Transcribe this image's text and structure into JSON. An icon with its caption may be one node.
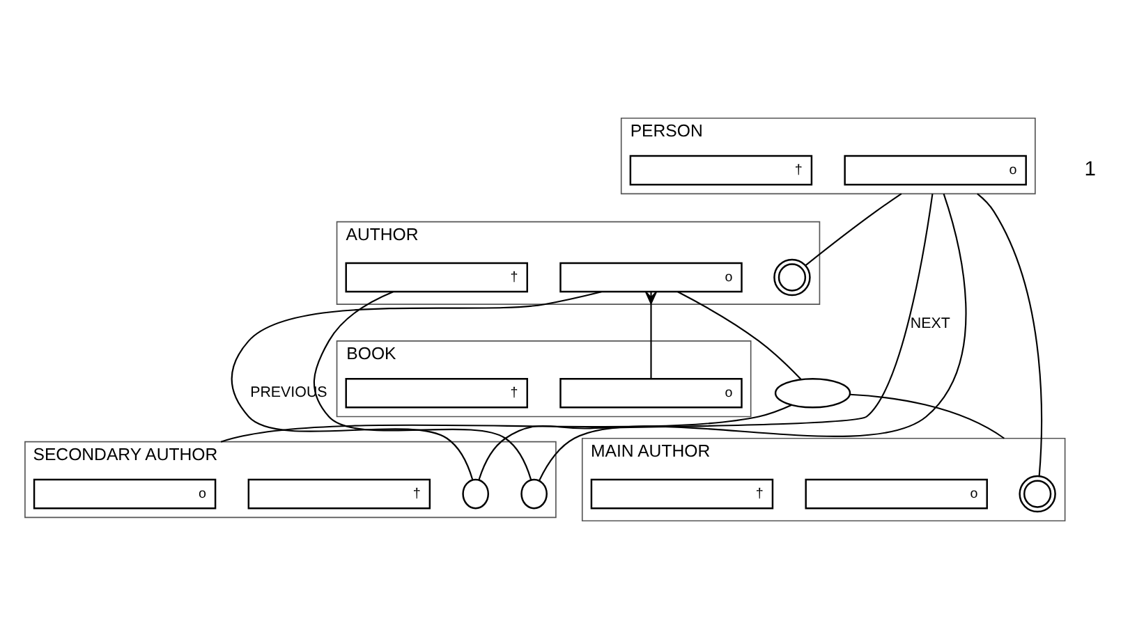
{
  "diagram": {
    "nodes": [
      {
        "text": [
          "AUTHOR"
        ]
      },
      {
        "text": [],
        "shape": "circle",
        "in": 0
      },
      {
        "text": [
          "o"
        ],
        "in": 0
      },
      {
        "text": [
          "†"
        ],
        "in": 0
      },
      {
        "text": [
          "BOOK"
        ]
      },
      {
        "text": [
          "o"
        ],
        "in": 4
      },
      {
        "text": [
          "†"
        ],
        "in": 4
      },
      {
        "text": [],
        "shape": "semicircle"
      },
      {
        "text": [
          "SECONDARY AUTHOR"
        ]
      },
      {
        "text": [
          "o"
        ],
        "in": 8
      },
      {
        "text": [],
        "shape": "ellipse",
        "in": 8
      },
      {
        "text": [
          "†"
        ],
        "in": 8
      },
      {
        "text": [],
        "shape": "ellipse",
        "in": 8
      },
      {
        "text": [
          "PERSON"
        ]
      },
      {
        "text": [
          "o"
        ],
        "in": 13
      },
      {
        "text": [
          "†"
        ],
        "in": 13
      },
      {
        "text": [
          "MAIN AUTHOR"
        ]
      },
      {
        "text": [],
        "shape": "circle",
        "in": 16
      },
      {
        "text": [
          "o"
        ],
        "in": 16
      },
      {
        "text": [
          "†"
        ],
        "in": 16
      }
    ],
    "edges": [
      {
        "from": 13,
        "to": 1,
        "arrow": "none"
      },
      {
        "from": 2,
        "to": 5,
        "arrow": "other"
      },
      {
        "from": 2,
        "to": 7,
        "arrow": "none"
      },
      {
        "from": 7,
        "to": 8,
        "arrow": "none"
      },
      {
        "from": 7,
        "to": 16,
        "arrow": "none"
      },
      {
        "from": 2,
        "to": 10,
        "arrow": "none",
        "label": "PREVIOUS"
      },
      {
        "from": 3,
        "to": 12,
        "arrow": "none"
      },
      {
        "from": 13,
        "to": 10,
        "arrow": "none",
        "label": "NEXT"
      },
      {
        "from": 13,
        "to": 12,
        "arrow": "none"
      },
      {
        "from": 13,
        "to": 17,
        "arrow": "none"
      }
    ],
    "labels": [
      "1"
    ]
  }
}
